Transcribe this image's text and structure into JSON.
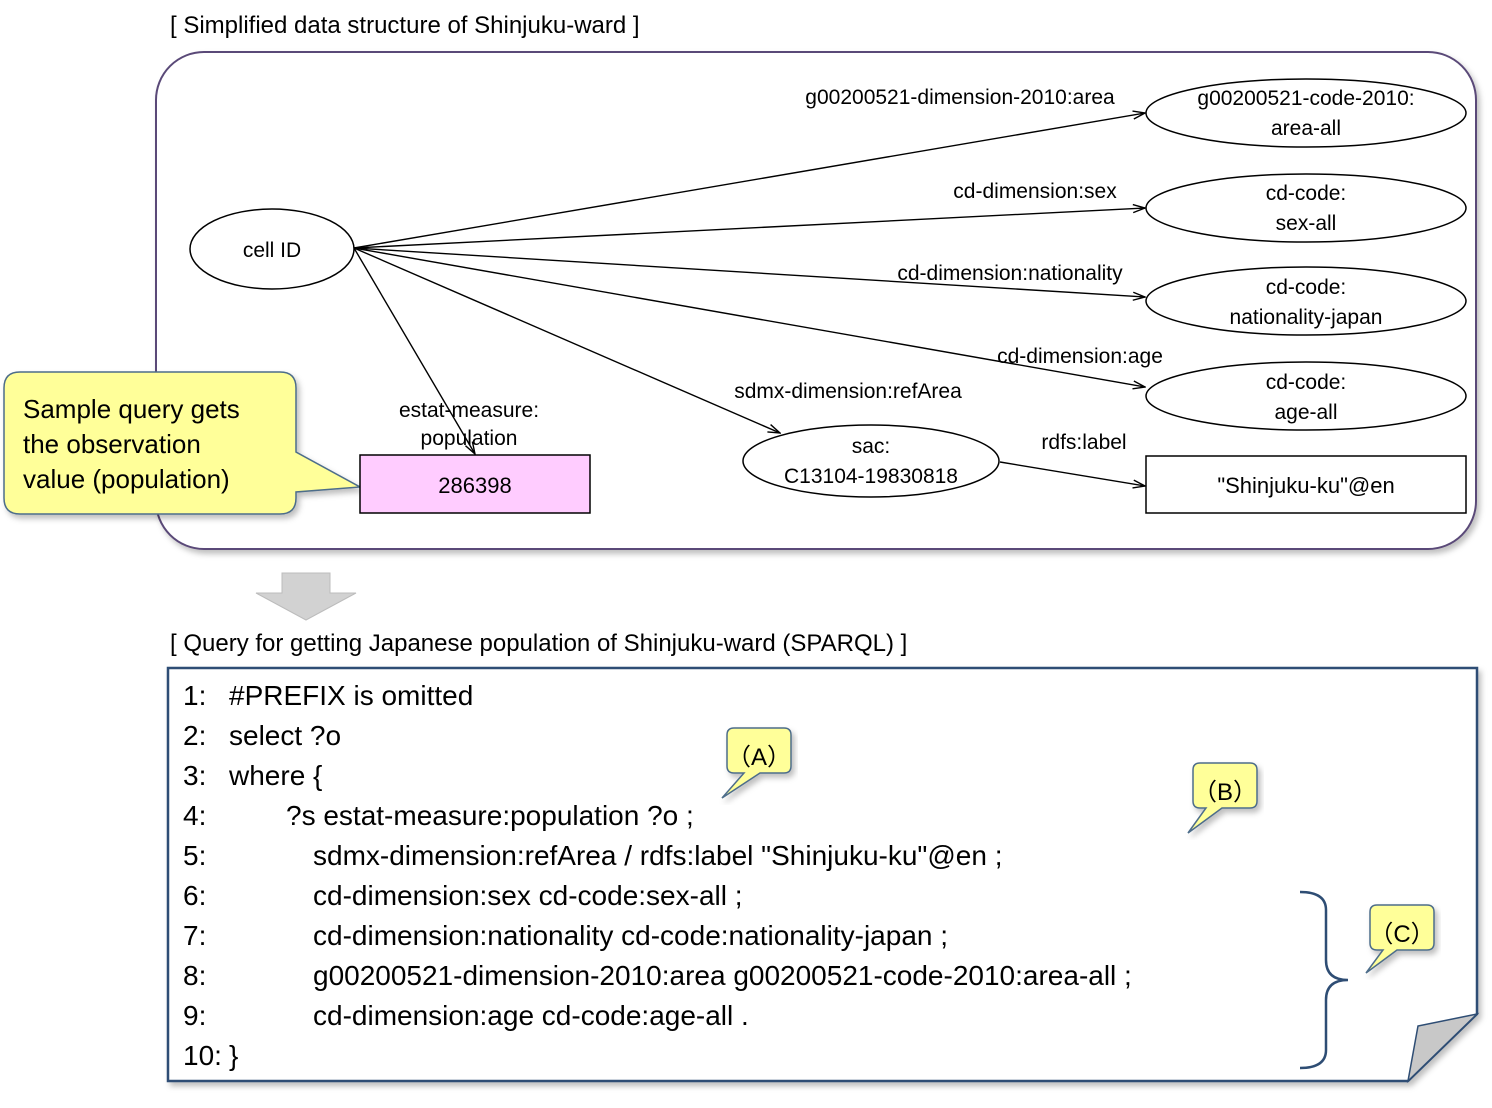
{
  "top_caption": "[ Simplified data structure of Shinjuku-ward ]",
  "query_caption": "[ Query for getting Japanese population of Shinjuku-ward (SPARQL) ]",
  "nodes": {
    "cell_id": "cell ID",
    "area": [
      "g00200521-code-2010:",
      "area-all"
    ],
    "sex": [
      "cd-code:",
      "sex-all"
    ],
    "nationality": [
      "cd-code:",
      "nationality-japan"
    ],
    "age": [
      "cd-code:",
      "age-all"
    ],
    "sac": [
      "sac:",
      "C13104-19830818"
    ],
    "label_literal": "\"Shinjuku-ku\"@en",
    "population_value": "286398"
  },
  "edges": {
    "area": "g00200521-dimension-2010:area",
    "sex": "cd-dimension:sex",
    "nationality": "cd-dimension:nationality",
    "age": "cd-dimension:age",
    "ref_area": "sdmx-dimension:refArea",
    "population": [
      "estat-measure:",
      "population"
    ],
    "label": "rdfs:label"
  },
  "callouts": {
    "sample_query": [
      "Sample query gets",
      "the observation",
      "value (population)"
    ],
    "a": "（A）",
    "b": "（B）",
    "c": "（C）"
  },
  "query_lines": [
    {
      "num": "1:",
      "indent": 0,
      "code": "#PREFIX is omitted"
    },
    {
      "num": "2:",
      "indent": 0,
      "code": "select  ?o"
    },
    {
      "num": "3:",
      "indent": 0,
      "code": "where {"
    },
    {
      "num": "4:",
      "indent": 1,
      "code": "?s estat-measure:population ?o ;"
    },
    {
      "num": "5:",
      "indent": 2,
      "code": "sdmx-dimension:refArea / rdfs:label  \"Shinjuku-ku\"@en ;"
    },
    {
      "num": "6:",
      "indent": 2,
      "code": "cd-dimension:sex cd-code:sex-all ;"
    },
    {
      "num": "7:",
      "indent": 2,
      "code": "cd-dimension:nationality cd-code:nationality-japan ;"
    },
    {
      "num": "8:",
      "indent": 2,
      "code": "g00200521-dimension-2010:area g00200521-code-2010:area-all ;"
    },
    {
      "num": "9:",
      "indent": 2,
      "code": "cd-dimension:age cd-code:age-all ."
    },
    {
      "num": "10:",
      "indent": 0,
      "code": "}"
    }
  ],
  "colors": {
    "graph_box_border": "#5a4a78",
    "population_fill": "#ffccff",
    "callout_fill": "#ffff99",
    "query_box_border": "#2e4d74",
    "arrow_gray": "#c8c8c8"
  }
}
